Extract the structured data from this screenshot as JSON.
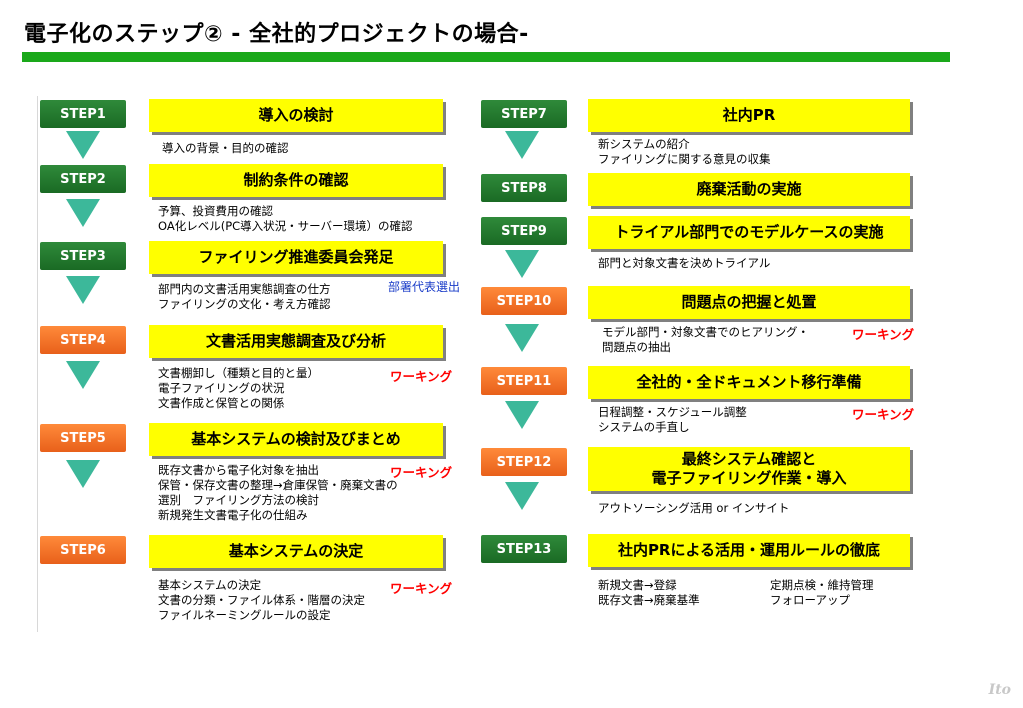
{
  "title": "電子化のステップ② - 全社的プロジェクトの場合-",
  "colors": {
    "green_step": "#1a6a24",
    "orange_step": "#e8601a",
    "heading_bg": "#ffff00",
    "arrow": "#3cb89a",
    "bar": "#1aa81a",
    "working": "#ff0000"
  },
  "steps": [
    {
      "label": "STEP1",
      "heading": "導入の検討",
      "desc": [
        "導入の背景・目的の確認"
      ]
    },
    {
      "label": "STEP2",
      "heading": "制約条件の確認",
      "desc": [
        "予算、投資費用の確認",
        "OA化レベル(PC導入状況・サーバー環境）の確認"
      ]
    },
    {
      "label": "STEP3",
      "heading": "ファイリング推進委員会発足",
      "desc": [
        "部門内の文書活用実態調査の仕方",
        "ファイリングの文化・考え方確認"
      ],
      "note": "部署代表選出"
    },
    {
      "label": "STEP4",
      "heading": "文書活用実態調査及び分析",
      "desc": [
        "文書棚卸し（種類と目的と量）",
        "電子ファイリングの状況",
        "文書作成と保管との関係"
      ],
      "working": "ワーキング"
    },
    {
      "label": "STEP5",
      "heading": "基本システムの検討及びまとめ",
      "desc": [
        "既存文書から電子化対象を抽出",
        "保管・保存文書の整理→倉庫保管・廃棄文書の",
        "選別　ファイリング方法の検討",
        "新規発生文書電子化の仕組み"
      ],
      "working": "ワーキング"
    },
    {
      "label": "STEP6",
      "heading": "基本システムの決定",
      "desc": [
        "基本システムの決定",
        "文書の分類・ファイル体系・階層の決定",
        "ファイルネーミングルールの設定"
      ],
      "working": "ワーキング"
    },
    {
      "label": "STEP7",
      "heading": "社内PR",
      "desc": [
        "新システムの紹介",
        "ファイリングに関する意見の収集"
      ]
    },
    {
      "label": "STEP8",
      "heading": "廃棄活動の実施",
      "desc": []
    },
    {
      "label": "STEP9",
      "heading": "トライアル部門でのモデルケースの実施",
      "desc": [
        "部門と対象文書を決めトライアル"
      ]
    },
    {
      "label": "STEP10",
      "heading": "問題点の把握と処置",
      "desc": [
        "モデル部門・対象文書でのヒアリング・",
        "問題点の抽出"
      ],
      "working": "ワーキング"
    },
    {
      "label": "STEP11",
      "heading": "全社的・全ドキュメント移行準備",
      "desc": [
        "日程調整・スケジュール調整",
        "システムの手直し"
      ],
      "working": "ワーキング"
    },
    {
      "label": "STEP12",
      "heading": [
        "最終システム確認と",
        "電子ファイリング作業・導入"
      ],
      "desc": [
        "アウトソーシング活用 or インサイト"
      ]
    },
    {
      "label": "STEP13",
      "heading": "社内PRによる活用・運用ルールの徹底",
      "desc": [
        "新規文書→登録",
        "既存文書→廃棄基準"
      ],
      "desc2": [
        "定期点検・維持管理",
        "フォローアップ"
      ]
    }
  ],
  "footer_logo": "Ito"
}
